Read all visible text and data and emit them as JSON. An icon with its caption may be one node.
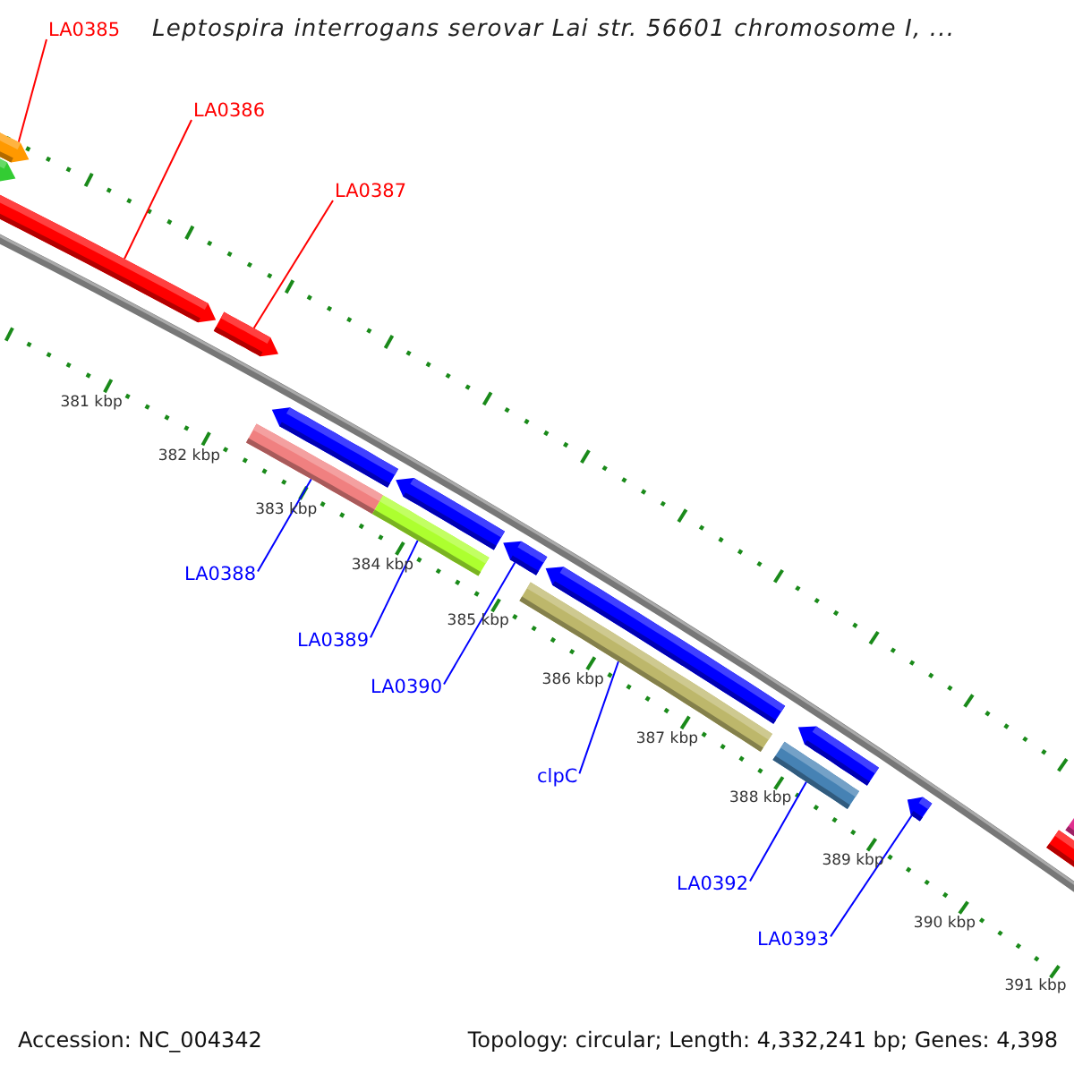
{
  "diagram": {
    "title": "Leptospira interrogans serovar Lai str. 56601 chromosome I, ...",
    "nodes": [
      {
        "text": [
          "LA0385"
        ]
      },
      {
        "text": [
          "LA0386"
        ]
      },
      {
        "text": [
          "LA0387"
        ]
      },
      {
        "text": [
          "LA0388"
        ]
      },
      {
        "text": [
          "LA0389"
        ]
      },
      {
        "text": [
          "LA0390"
        ]
      },
      {
        "text": [
          "clpC"
        ]
      },
      {
        "text": [
          "LA0392"
        ]
      },
      {
        "text": [
          "LA0393"
        ]
      },
      {
        "text": [],
        "shape": "bar"
      },
      {
        "text": [],
        "shape": "bar"
      },
      {
        "text": [],
        "shape": "bar"
      },
      {
        "text": [],
        "shape": "bar"
      },
      {
        "text": [],
        "shape": "bar"
      },
      {
        "text": [],
        "shape": "bar"
      },
      {
        "text": [],
        "shape": "bar"
      },
      {
        "text": [],
        "shape": "bar"
      },
      {
        "text": [],
        "shape": "bar"
      },
      {
        "text": [],
        "shape": "bar"
      },
      {
        "text": [],
        "shape": "bar"
      },
      {
        "text": [],
        "shape": "bar"
      },
      {
        "text": [],
        "shape": "bar"
      },
      {
        "text": [],
        "shape": "bar"
      },
      {
        "text": [],
        "shape": "bar"
      },
      {
        "text": [],
        "shape": "bar"
      }
    ],
    "edges": [
      {
        "from": 0,
        "to": 9,
        "arrow": "none",
        "color": "#ff0000"
      },
      {
        "from": 1,
        "to": 11,
        "arrow": "none",
        "color": "#ff0000"
      },
      {
        "from": 2,
        "to": 12,
        "arrow": "none",
        "color": "#ff0000"
      },
      {
        "from": 3,
        "to": 13,
        "arrow": "none"
      },
      {
        "from": 4,
        "to": 15,
        "arrow": "none"
      },
      {
        "from": 5,
        "to": 17,
        "arrow": "none"
      },
      {
        "from": 6,
        "to": 18,
        "arrow": "none"
      },
      {
        "from": 7,
        "to": 20,
        "arrow": "none"
      },
      {
        "from": 8,
        "to": 22,
        "arrow": "none"
      }
    ],
    "labels": [
      "381 kbp",
      "382 kbp",
      "383 kbp",
      "384 kbp",
      "385 kbp",
      "386 kbp",
      "387 kbp",
      "388 kbp",
      "389 kbp",
      "390 kbp",
      "391 kbp",
      "Accession: NC_004342",
      "Topology: circular; Length: 4,332,241 bp; Genes: 4,398"
    ]
  }
}
